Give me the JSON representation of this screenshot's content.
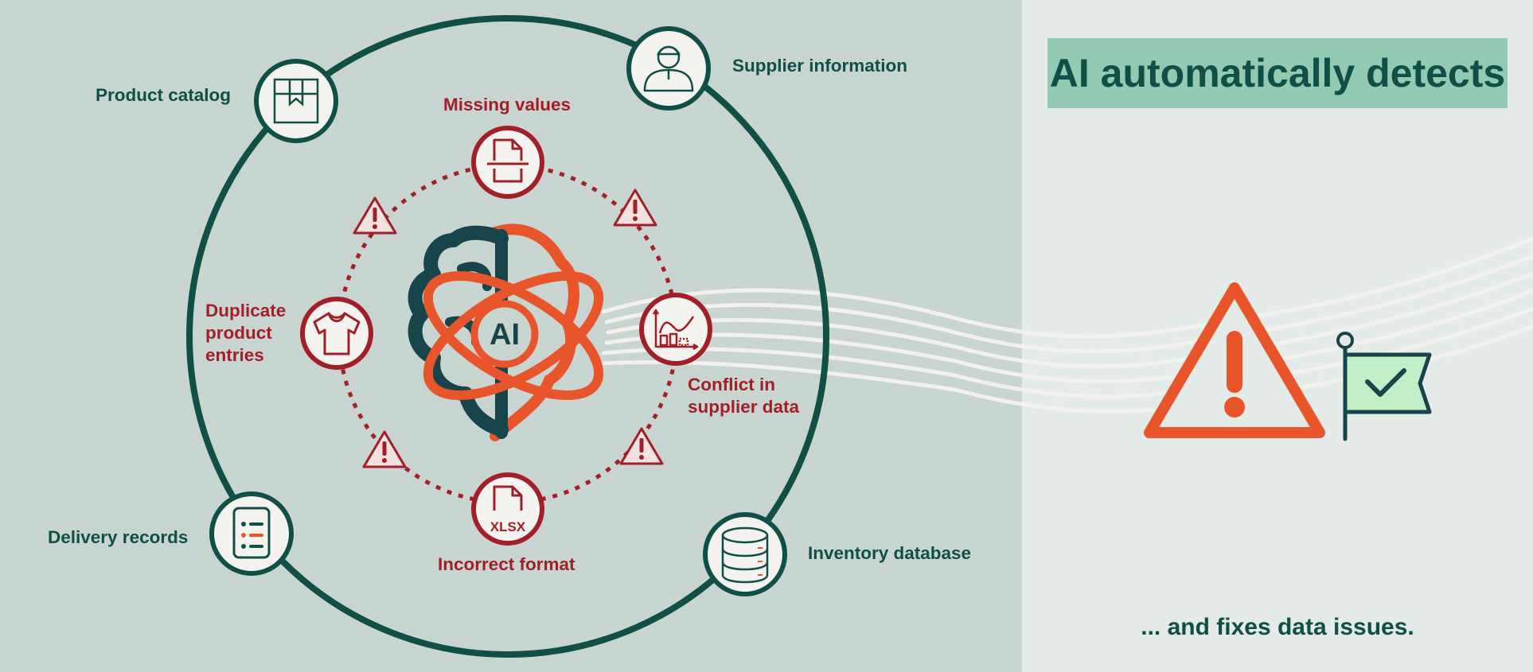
{
  "headline": "AI automatically detects",
  "subline": "... and fixes data issues.",
  "ai_label": "AI",
  "sources": {
    "product_catalog": "Product catalog",
    "supplier_information": "Supplier information",
    "delivery_records": "Delivery records",
    "inventory_database": "Inventory database"
  },
  "issues": {
    "missing_values": "Missing values",
    "duplicate_entries": [
      "Duplicate",
      "product",
      "entries"
    ],
    "conflict_supplier": [
      "Conflict in",
      "supplier data"
    ],
    "incorrect_format": "Incorrect format",
    "format_badge": "XLSX"
  },
  "colors": {
    "dark_green": "#0f4f45",
    "dark_red": "#a21f28",
    "orange": "#e9552b",
    "mint": "#94c9b3",
    "panel_left": "#c9d5d1",
    "panel_right": "#e5ebe9",
    "icon_fill": "#f5f3ef"
  }
}
